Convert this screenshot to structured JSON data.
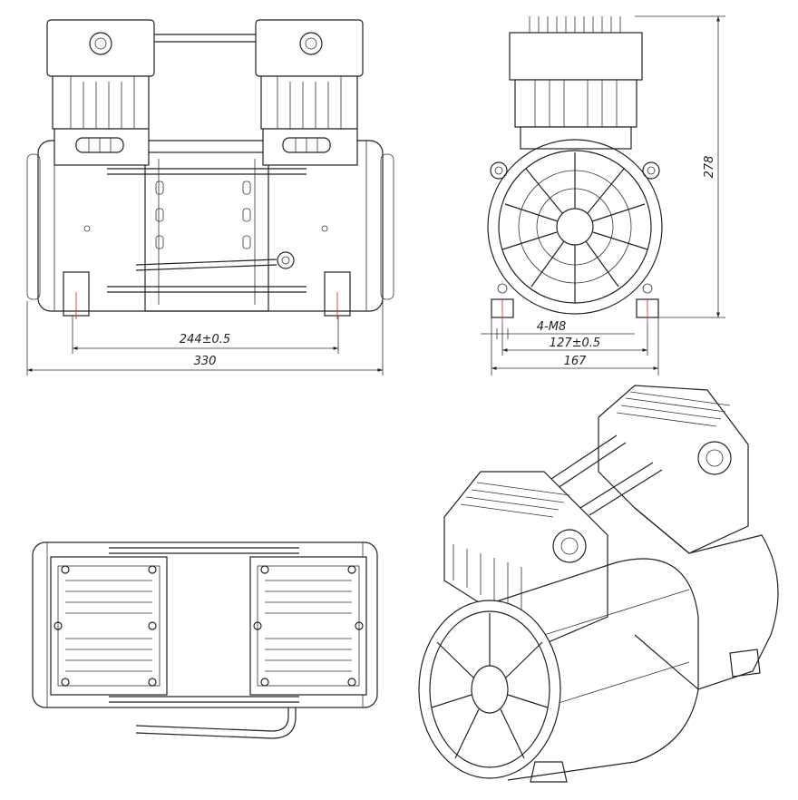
{
  "dimensions": {
    "mount_spacing_front": "244±0.5",
    "overall_length": "330",
    "overall_height": "278",
    "mount_spec": "4-M8",
    "mount_spacing_side": "127±0.5",
    "overall_width": "167"
  },
  "colors": {
    "line": "#222222",
    "hole_center": "#dd3333",
    "background": "#ffffff"
  }
}
